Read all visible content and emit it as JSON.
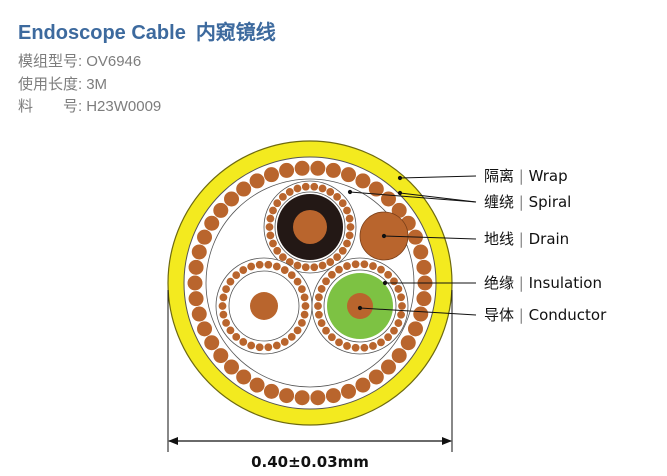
{
  "title": {
    "en": "Endoscope Cable",
    "zh": "内窥镜线"
  },
  "specs": {
    "model": {
      "label": "模组型号",
      "value": "OV6946"
    },
    "length": {
      "label": "使用长度",
      "value": "3M"
    },
    "part_no": {
      "label_a": "料",
      "label_b": "号",
      "value": "H23W0009"
    }
  },
  "callouts": [
    {
      "zh": "隔离",
      "en": "Wrap"
    },
    {
      "zh": "缠绕",
      "en": "Spiral"
    },
    {
      "zh": "地线",
      "en": "Drain"
    },
    {
      "zh": "绝缘",
      "en": "Insulation"
    },
    {
      "zh": "导体",
      "en": "Conductor"
    }
  ],
  "dimension": {
    "label": "0.40±0.03mm"
  },
  "colors": {
    "title": "#3d6a9e",
    "jacket": "#f3ea1f",
    "copper": "#b9652d",
    "insulation_black": "#231815",
    "insulation_green": "#7dc243",
    "insulation_white": "#ffffff"
  }
}
